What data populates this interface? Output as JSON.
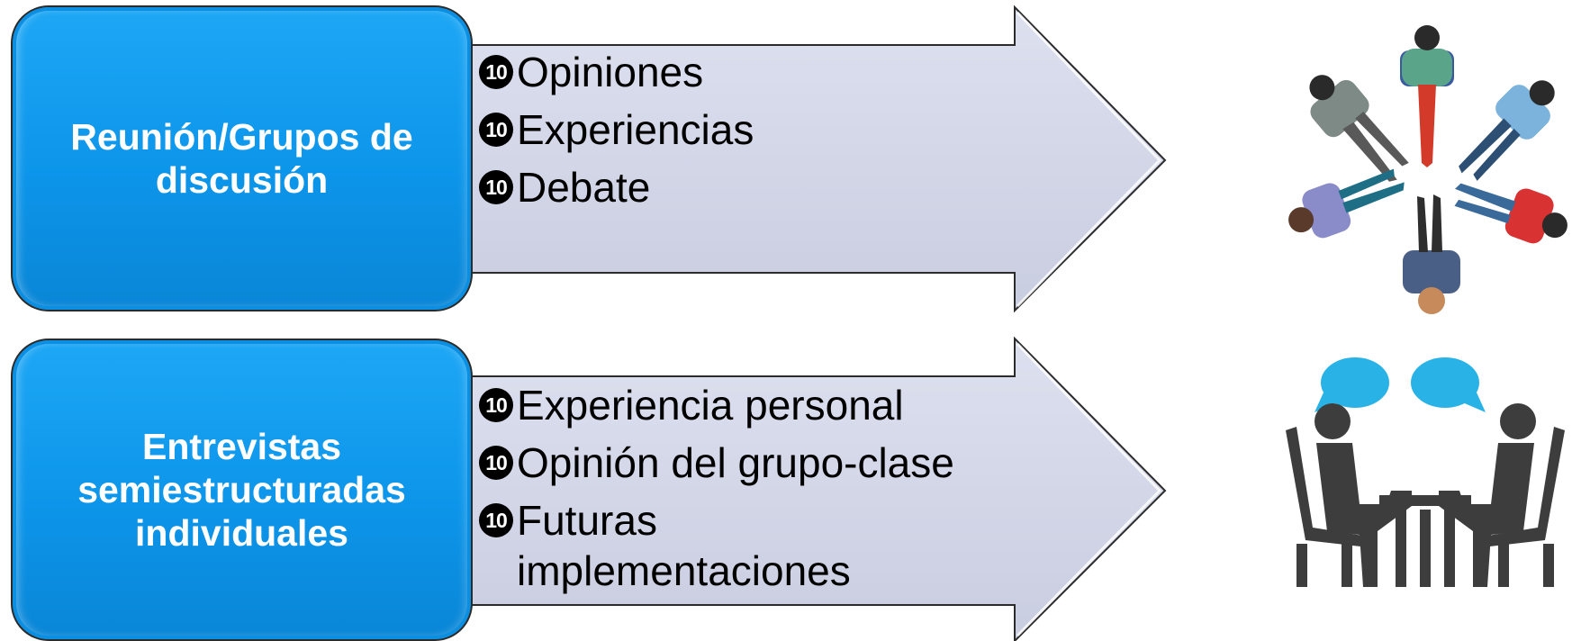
{
  "colors": {
    "box_fill": "#0c95ea",
    "box_text": "#ffffff",
    "arrow_fill": "#d4d8ea",
    "arrow_stroke": "#2b2b2b",
    "bullet_text": "#000000",
    "icon_dark": "#3d3d3d",
    "bubble": "#28b2e6"
  },
  "rows": [
    {
      "box_lines": [
        "Reunión/Grupos de",
        "discusión"
      ],
      "bullet_marker": "10",
      "bullets": [
        "Opiniones",
        "Experiencias",
        "Debate"
      ],
      "icon": "group-meeting-top-view-icon"
    },
    {
      "box_lines": [
        "Entrevistas",
        "semiestructuradas",
        "individuales"
      ],
      "bullet_marker": "10",
      "bullets": [
        "Experiencia personal",
        "Opinión del grupo-clase",
        "Futuras implementaciones"
      ],
      "icon": "interview-two-people-table-icon"
    }
  ]
}
